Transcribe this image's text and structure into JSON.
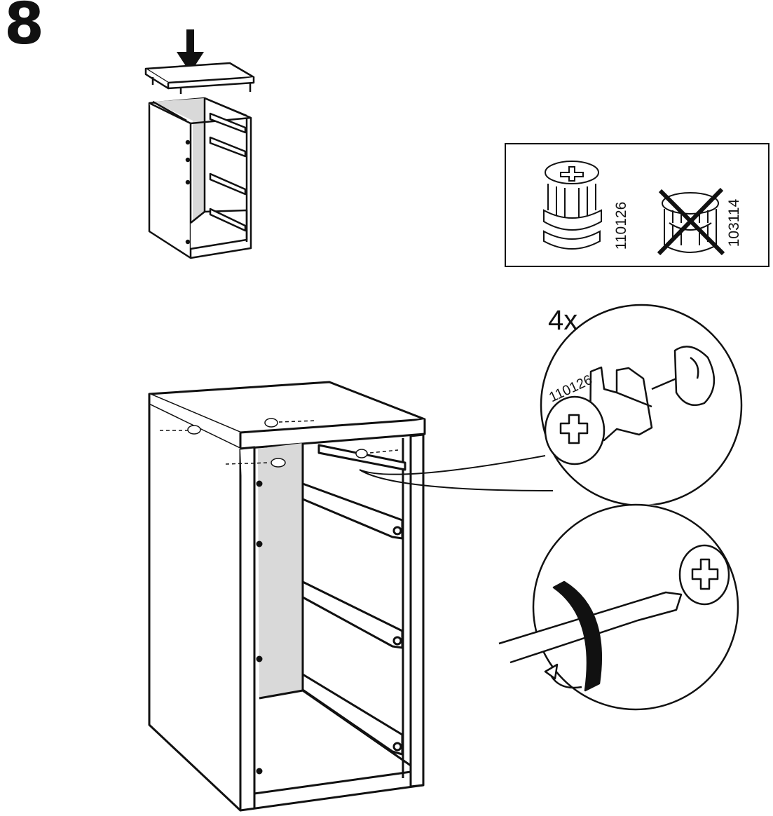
{
  "step": {
    "number": "8"
  },
  "parts_box": {
    "correct_part": {
      "code": "110126",
      "icon": "cam-lock-dowel-icon"
    },
    "wrong_part": {
      "code": "103114",
      "icon": "crossed-out-cam-lock-icon"
    }
  },
  "detail_callout": {
    "quantity": "4x",
    "part_code": "110126",
    "icon": "cam-lock-insert-icon"
  },
  "tighten_callout": {
    "icon": "screwdriver-turn-icon"
  },
  "colors": {
    "ink": "#111111",
    "panel_shade": "#d9d9d9"
  }
}
